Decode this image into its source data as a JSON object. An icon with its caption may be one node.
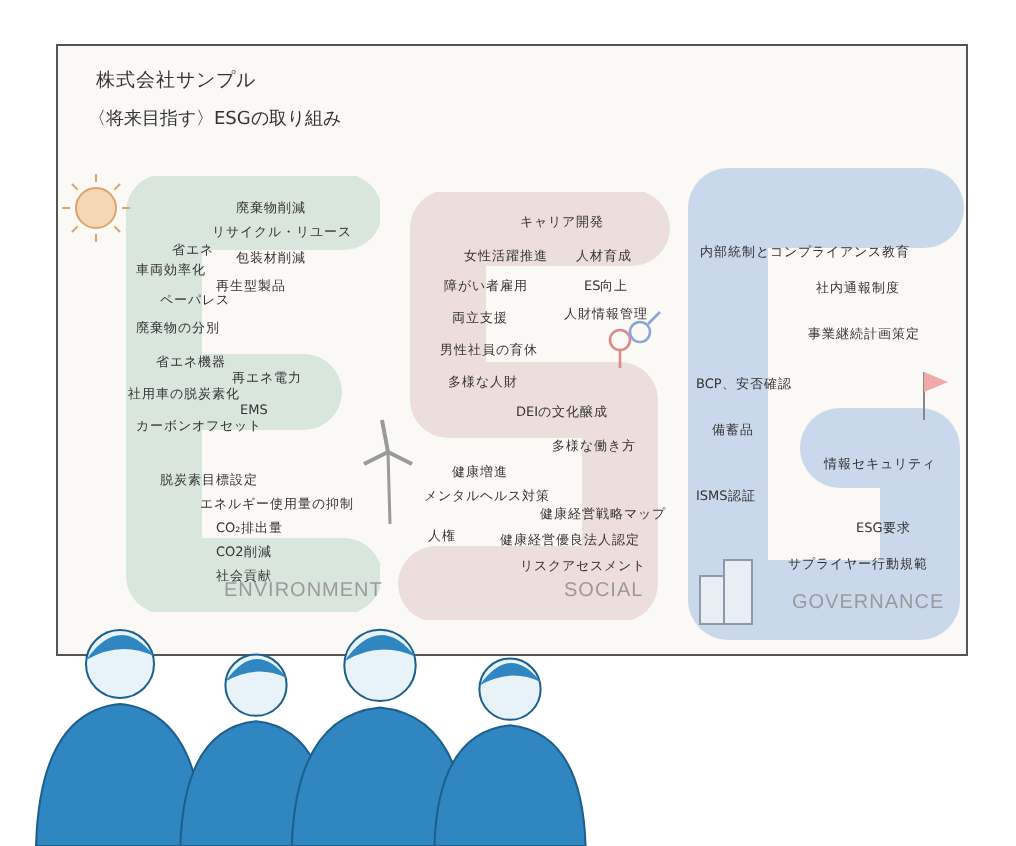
{
  "diagram": {
    "title": "〈将来目指す〉ESGの取り組み",
    "nodes": [
      {
        "text": [
          "廃棄物削減",
          "リサイクル・リユース",
          "省エネ",
          "包装材削減",
          "車両効率化",
          "再生型製品",
          "ペーパレス",
          "廃棄物の分別",
          "省エネ機器",
          "再エネ電力",
          "社用車の脱炭素化",
          "EMS",
          "カーボンオフセット",
          "脱炭素目標設定",
          "エネルギー使用量の抑制",
          "CO₂排出量",
          "CO2削減",
          "社会貢献",
          "ENVIRONMENT"
        ]
      },
      {
        "text": [
          "キャリア開発",
          "女性活躍推進",
          "人材育成",
          "障がい者雇用",
          "ES向上",
          "両立支援",
          "人財情報管理",
          "男性社員の育休",
          "多様な人財",
          "DEIの文化醸成",
          "多様な働き方",
          "健康増進",
          "メンタルヘルス対策",
          "健康経営戦略マップ",
          "人権",
          "健康経営優良法人認定",
          "リスクアセスメント",
          "SOCIAL"
        ]
      },
      {
        "text": [
          "内部統制とコンプライアンス教育",
          "社内通報制度",
          "事業継続計画策定",
          "BCP、安否確認",
          "備蓄品",
          "情報セキュリティ",
          "ISMS認証",
          "ESG要求",
          "サプライヤー行動規範",
          "GOVERNANCE"
        ]
      }
    ],
    "labels": [
      "株式会社サンプル"
    ]
  }
}
